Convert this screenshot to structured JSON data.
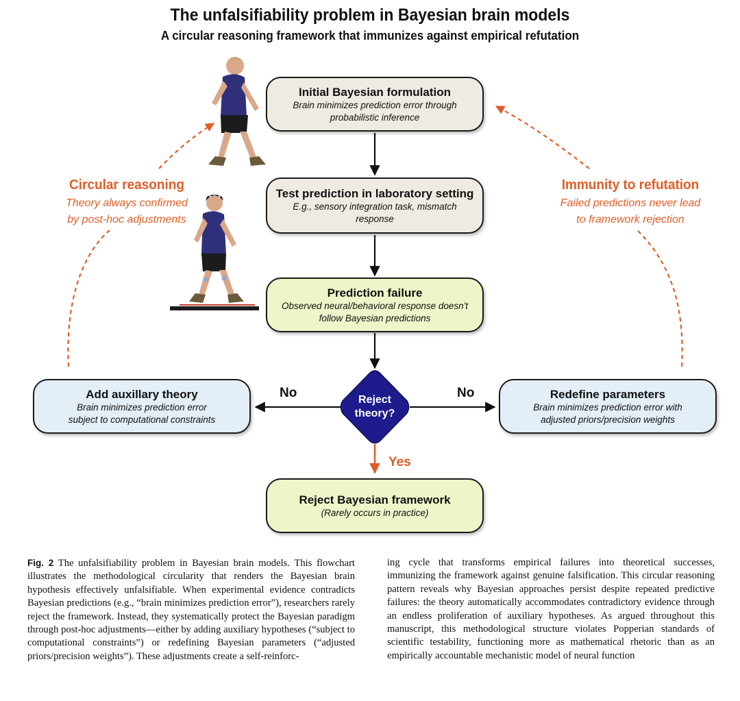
{
  "title": "The unfalsifiability problem in Bayesian brain models",
  "subtitle": "A circular reasoning framework that immunizes against empirical refutation",
  "nodes": {
    "initial": {
      "title": "Initial Bayesian formulation",
      "desc_line1": "Brain minimizes prediction error through",
      "desc_line2": "probabilistic inference"
    },
    "test": {
      "title": "Test prediction in laboratory setting",
      "desc_line1": "E.g., sensory integration task, mismatch response"
    },
    "failure": {
      "title": "Prediction failure",
      "desc_line1": "Observed neural/behavioral response doesn't",
      "desc_line2": "follow Bayesian predictions"
    },
    "decision": {
      "line1": "Reject",
      "line2": "theory?"
    },
    "auxiliary": {
      "title": "Add auxillary theory",
      "desc_line1": "Brain minimizes prediction error",
      "desc_line2": "subject to computational constraints"
    },
    "redefine": {
      "title": "Redefine parameters",
      "desc_line1": "Brain minimizes prediction error with",
      "desc_line2": "adjusted priors/precision weights"
    },
    "reject": {
      "title": "Reject Bayesian framework",
      "desc_line1": "(Rarely occurs in practice)"
    }
  },
  "edge_labels": {
    "no_left": "No",
    "no_right": "No",
    "yes": "Yes"
  },
  "side_notes": {
    "left": {
      "title": "Circular reasoning",
      "line1": "Theory always confirmed",
      "line2": "by post-hoc adjustments"
    },
    "right": {
      "title": "Immunity to refutation",
      "line1": "Failed predictions never lead",
      "line2": "to framework rejection"
    }
  },
  "illustrations": [
    "walking-person",
    "person-with-eeg-cap-on-treadmill"
  ],
  "caption": {
    "fig_label": "Fig. 2",
    "col1": "The unfalsifiability problem in Bayesian brain models. This flowchart illustrates the methodological circularity that renders the Bayesian brain hypothesis effectively unfalsifiable. When experimental evidence contradicts Bayesian predictions (e.g., “brain minimizes prediction error”), researchers rarely reject the framework. Instead, they systematically protect the Bayesian paradigm through post-hoc adjustments—either by adding auxiliary hypotheses (“subject to computational constraints”) or redefining Bayesian parameters (“adjusted priors/precision weights”). These adjustments create a self-reinforc-",
    "col2": "ing cycle that transforms empirical failures into theoretical successes, immunizing the framework against genuine falsification. This circular reasoning pattern reveals why Bayesian approaches persist despite repeated predictive failures: the theory automatically accommodates contradictory evidence through an endless proliferation of auxiliary hypotheses. As argued throughout this manuscript, this methodological structure violates Popperian standards of scientific testability, functioning more as mathematical rhetoric than as an empirically accountable mechanistic model of neural function"
  },
  "colors": {
    "accent": "#e15d28",
    "box_beige": "#efebe3",
    "box_yellow": "#edf5c9",
    "box_blue": "#e3eef7",
    "diamond": "#1e1c8c"
  }
}
